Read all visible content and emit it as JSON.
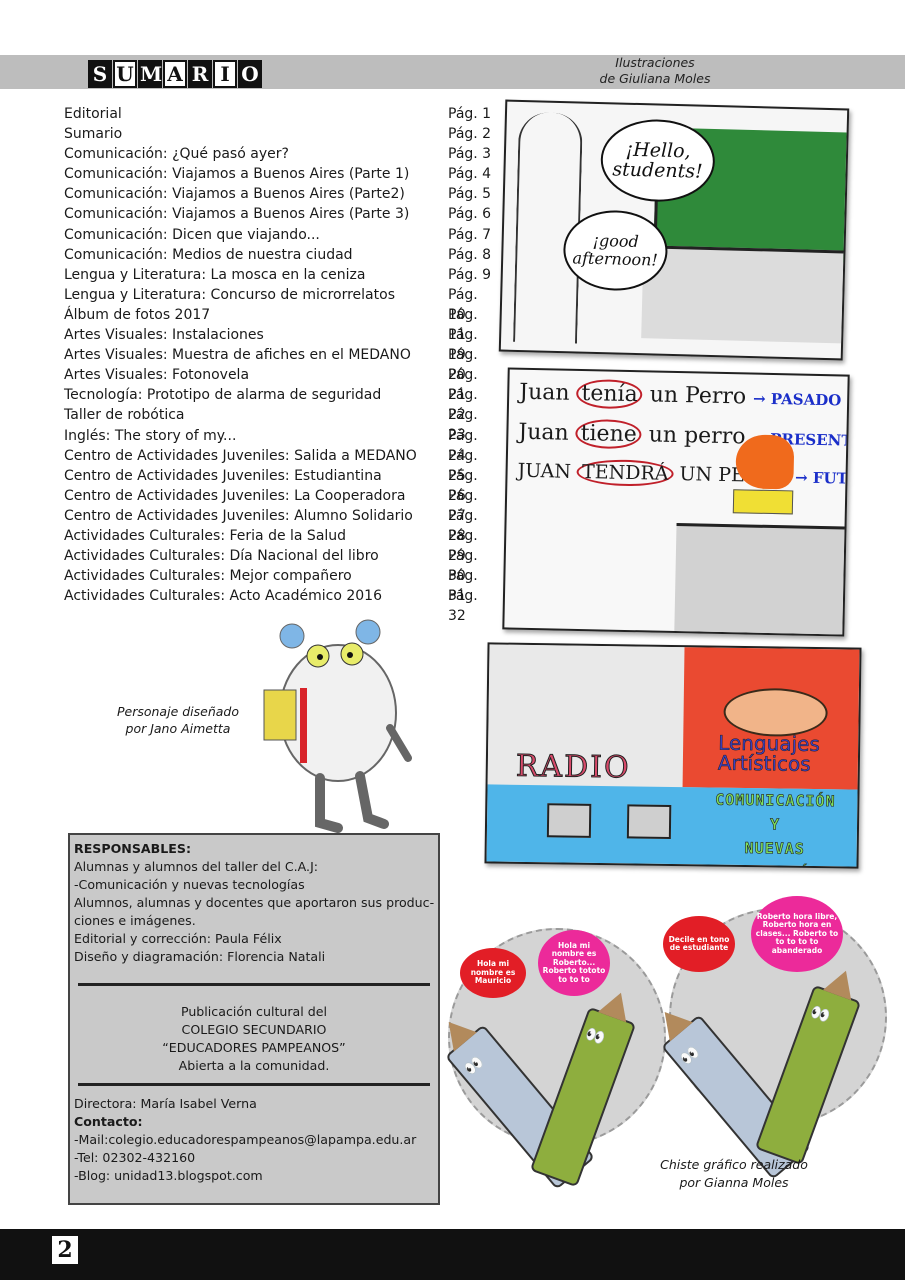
{
  "header": {
    "title_letters": [
      "S",
      "U",
      "M",
      "A",
      "R",
      "I",
      "O"
    ],
    "illustrations_credit": [
      "Ilustraciones",
      "de Giuliana Moles"
    ]
  },
  "toc": [
    {
      "title": "Editorial",
      "page": "Pág. 1"
    },
    {
      "title": "Sumario",
      "page": "Pág. 2"
    },
    {
      "title": "Comunicación: ¿Qué pasó ayer?",
      "page": "Pág. 3"
    },
    {
      "title": "Comunicación: Viajamos a Buenos Aires (Parte 1)",
      "page": "Pág. 4"
    },
    {
      "title": "Comunicación: Viajamos a Buenos Aires (Parte2)",
      "page": "Pág. 5"
    },
    {
      "title": "Comunicación: Viajamos a Buenos Aires (Parte 3)",
      "page": "Pág. 6"
    },
    {
      "title": "Comunicación: Dicen que viajando...",
      "page": "Pág. 7"
    },
    {
      "title": "Comunicación: Medios de nuestra ciudad",
      "page": "Pág. 8"
    },
    {
      "title": "Lengua y Literatura: La mosca en la ceniza",
      "page": "Pág. 9"
    },
    {
      "title": "Lengua y Literatura: Concurso de microrrelatos",
      "page": "Pág. 10"
    },
    {
      "title": "Álbum de fotos 2017",
      "page": "Pág. 11"
    },
    {
      "title": "Artes Visuales: Instalaciones",
      "page": "Pág. 19"
    },
    {
      "title": "Artes Visuales: Muestra de afiches en el MEDANO",
      "page": "Pág. 20"
    },
    {
      "title": "Artes Visuales: Fotonovela",
      "page": "Pág. 21"
    },
    {
      "title": "Tecnología: Prototipo de alarma de seguridad",
      "page": "Pág. 22"
    },
    {
      "title": "Taller de robótica",
      "page": "Pág. 23"
    },
    {
      "title": "Inglés: The story of my...",
      "page": "Pág. 24"
    },
    {
      "title": "Centro de Actividades Juveniles: Salida a MEDANO",
      "page": "Pág. 25"
    },
    {
      "title": "Centro de Actividades Juveniles: Estudiantina",
      "page": "Pág. 26"
    },
    {
      "title": "Centro de Actividades Juveniles: La Cooperadora",
      "page": "Pág. 27"
    },
    {
      "title": "Centro de Actividades Juveniles: Alumno Solidario",
      "page": "Pág. 28"
    },
    {
      "title": "Actividades Culturales: Feria de la Salud",
      "page": "Pág. 29"
    },
    {
      "title": "Actividades Culturales: Día Nacional del libro",
      "page": "Pág. 30"
    },
    {
      "title": "Actividades Culturales: Mejor compañero",
      "page": "Pág. 31"
    },
    {
      "title": "Actividades Culturales: Acto Académico 2016",
      "page": "Pág. 32"
    }
  ],
  "illustrations": {
    "classroom": {
      "bubble_1": "¡Hello, students!",
      "bubble_2": "¡good afternoon!"
    },
    "board": {
      "line_1": "Juan",
      "verb_1": "tenía",
      "rest_1": "un Perro",
      "tag_1": "→ PASADO",
      "line_2": "Juan",
      "verb_2": "tiene",
      "rest_2": "un perro",
      "tag_2": "→ PRESENTE",
      "line_3": "JUAN",
      "verb_3": "TENDRÁ",
      "rest_3": "UN PERRO",
      "tag_3": "→ FUTURO"
    },
    "collage": {
      "radio": "RADIO",
      "arts": [
        "Lenguajes",
        "Artísticos"
      ],
      "communication": [
        "COMUNICACIÓN",
        "Y",
        "NUEVAS",
        "TECNOLOGÍAS"
      ]
    }
  },
  "character_caption": [
    "Personaje diseñado",
    "por Jano Aimetta"
  ],
  "responsables": {
    "heading": "RESPONSABLES:",
    "lines": [
      "Alumnas y alumnos del  taller del C.A.J:",
      "-Comunicación y nuevas tecnologías",
      "Alumnos, alumnas y docentes que aportaron sus produc-",
      "ciones e imágenes.",
      "Editorial y corrección: Paula Félix",
      "Diseño y diagramación: Florencia Natali"
    ],
    "publication": [
      "Publicación cultural del",
      "COLEGIO SECUNDARIO",
      "“EDUCADORES PAMPEANOS”",
      "Abierta a la comunidad."
    ],
    "director": "Directora: María Isabel Verna",
    "contact_heading": "Contacto:",
    "contact_lines": [
      "-Mail:colegio.educadorespampeanos@lapampa.edu.ar",
      "-Tel: 02302-432160",
      "-Blog: unidad13.blogspot.com"
    ]
  },
  "comic": {
    "panel_1": {
      "red": "Hola mi nombre es Mauricio",
      "pink": "Hola mi nombre es Roberto... Roberto tototo to to to"
    },
    "panel_2": {
      "red": "Decile en tono de estudiante",
      "pink": "Roberto hora libre, Roberto hora en clases... Roberto to to to to to abanderado"
    },
    "caption": [
      "Chiste gráfico realizado",
      "por Gianna Moles"
    ]
  },
  "footer": {
    "page_number": "2"
  },
  "colors": {
    "header_bar": "#bdbdbd",
    "footer": "#111111",
    "box": "#c9c9c9",
    "chalkboard": "#2f8a3a",
    "speech_red": "#e21e26",
    "speech_pink": "#ec2a9a"
  }
}
